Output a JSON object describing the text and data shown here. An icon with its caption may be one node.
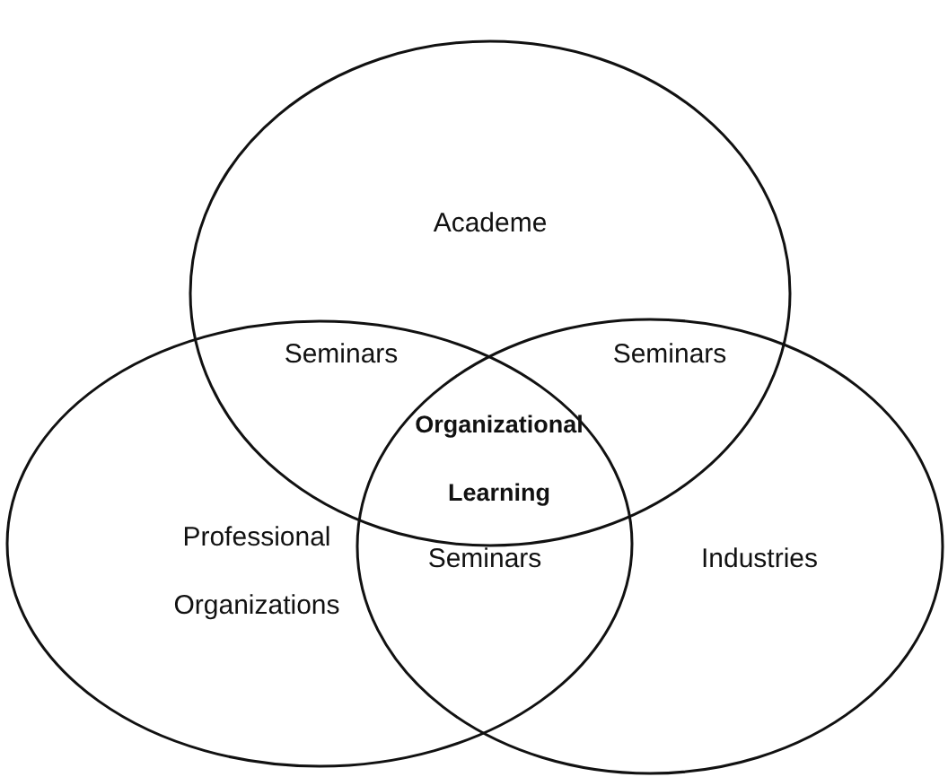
{
  "diagram": {
    "nodes": [
      {
        "text": [
          "Academe"
        ]
      },
      {
        "text": [
          "Professional Organizations"
        ]
      },
      {
        "text": [
          "Industries"
        ]
      }
    ],
    "labels": [
      "Seminars",
      "Seminars",
      "Organizational Learning",
      "Seminars"
    ]
  }
}
